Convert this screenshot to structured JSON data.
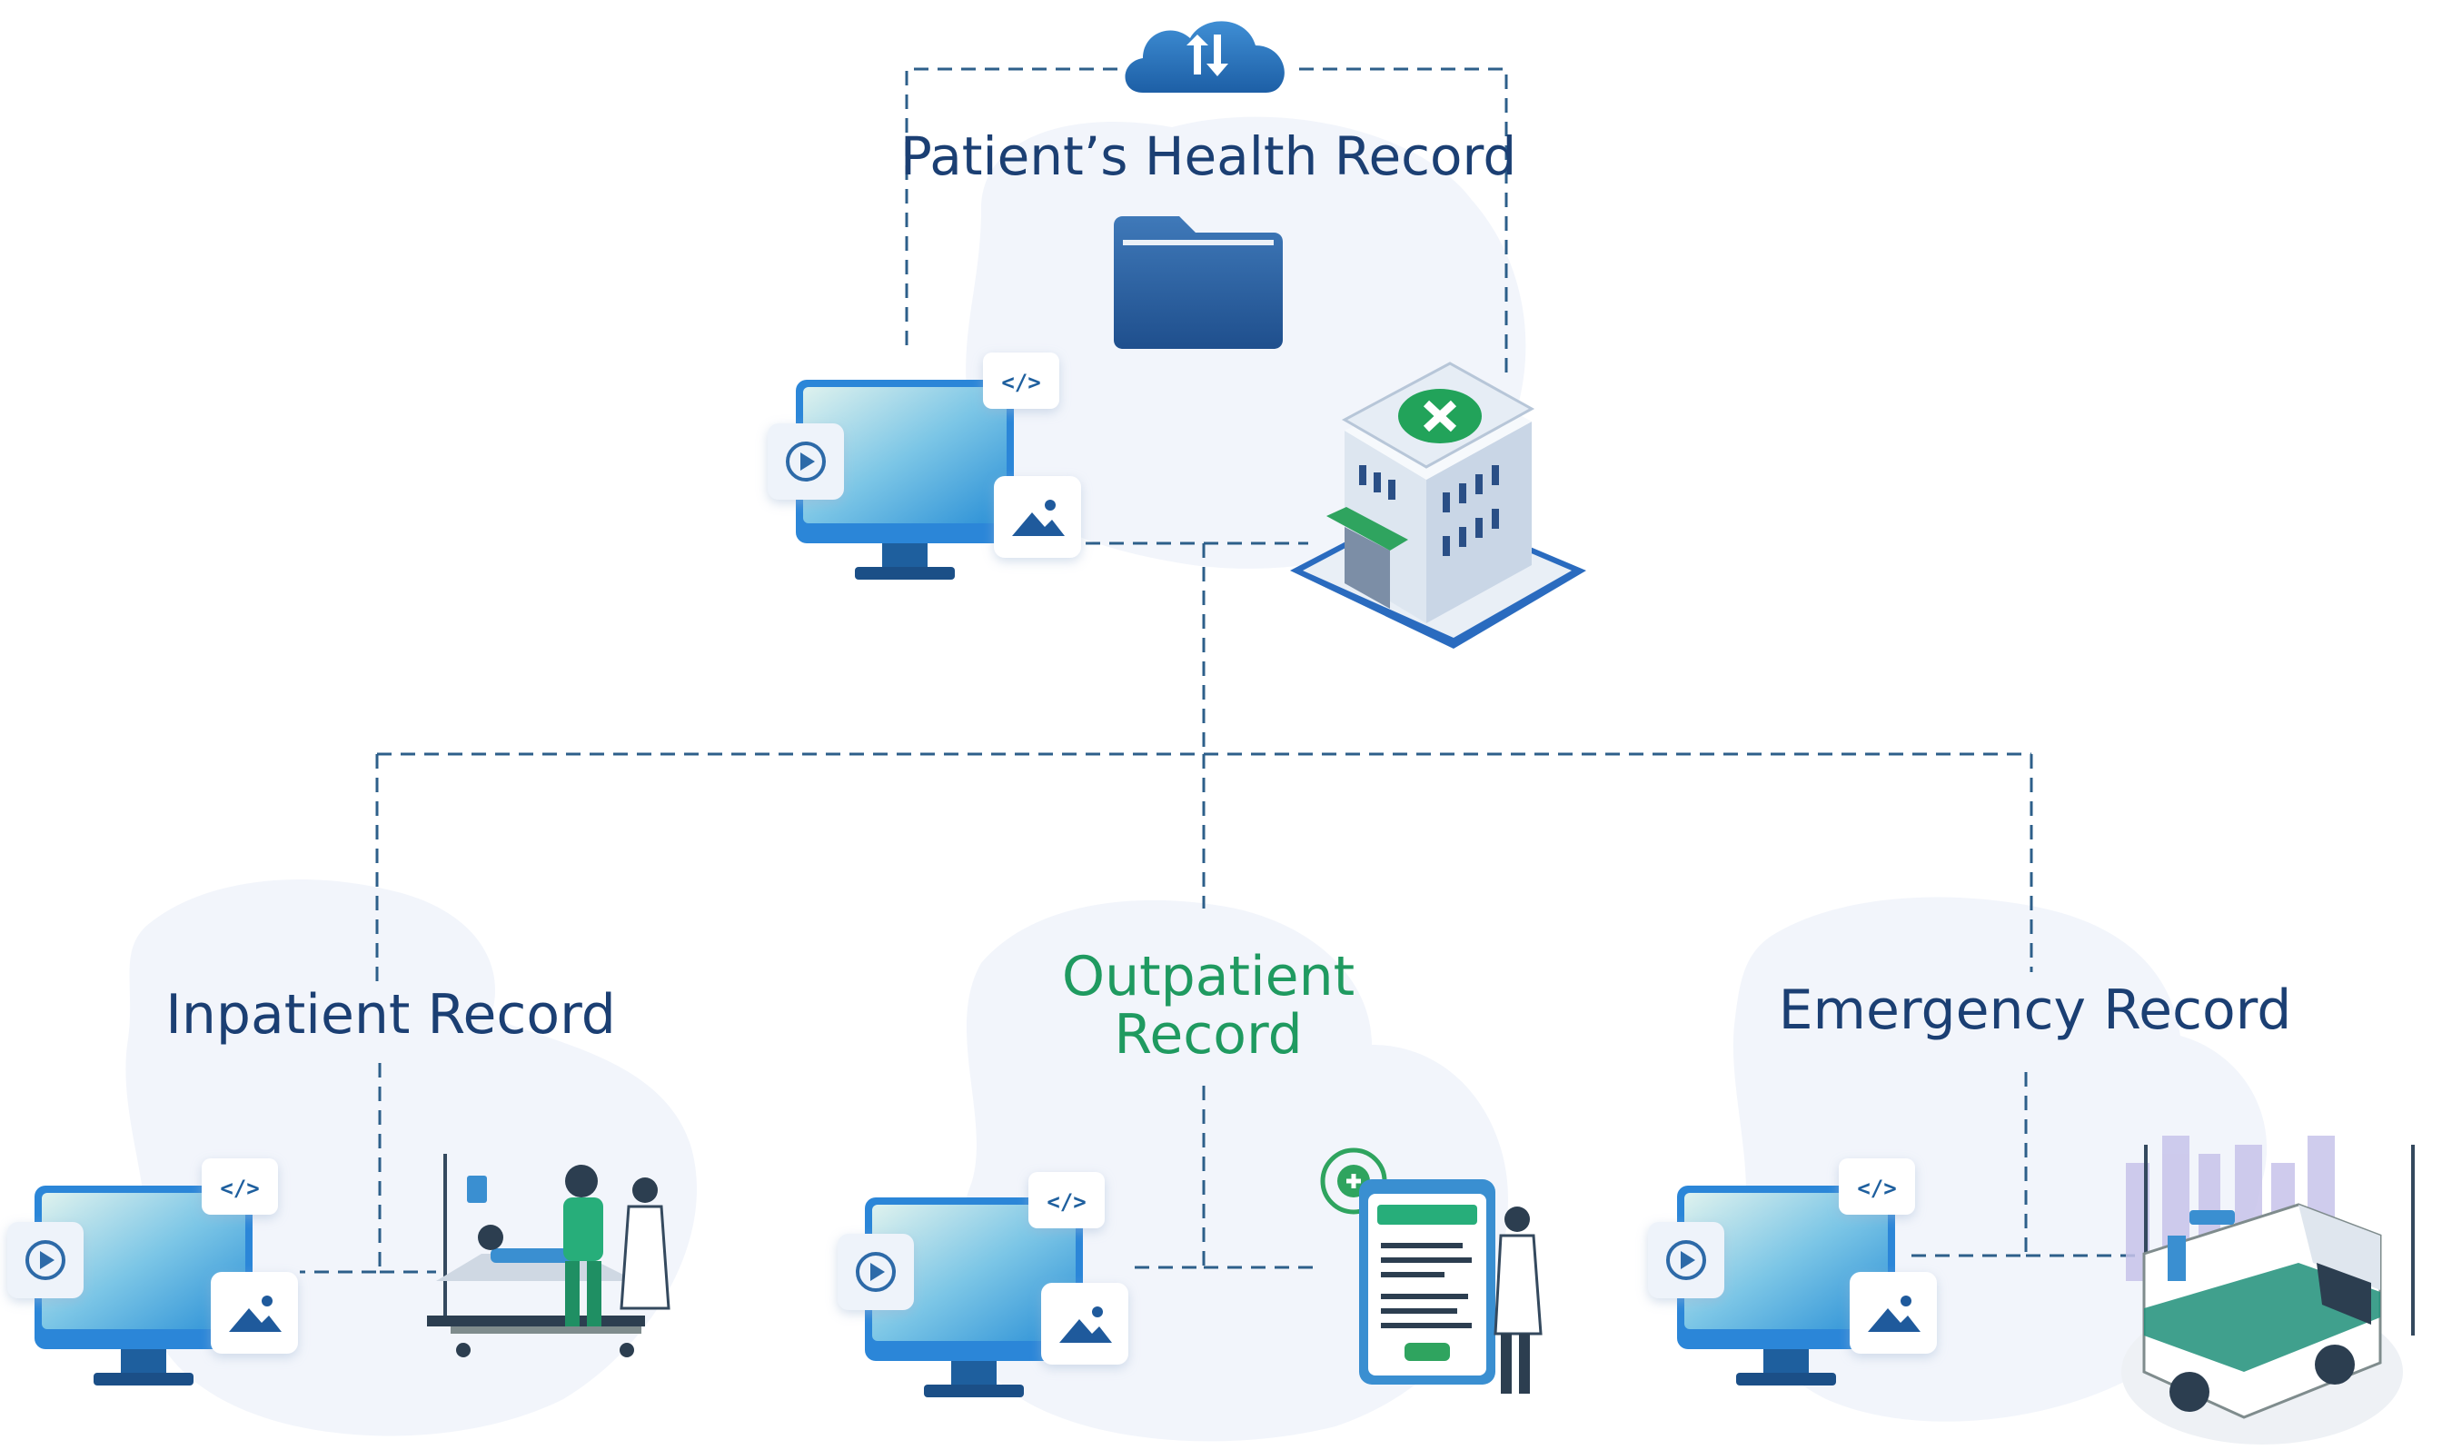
{
  "diagram": {
    "root": {
      "title": "Patient’s Health Record",
      "icons": [
        "cloud-sync-icon",
        "folder-icon",
        "monitor-icon",
        "code-icon",
        "play-icon",
        "image-icon",
        "hospital-icon"
      ]
    },
    "branches": [
      {
        "title": "Inpatient Record",
        "illustration": "hospital-bed-care-illustration",
        "color": "#1b3f73"
      },
      {
        "title": "Outpatient Record",
        "illustration": "medical-form-doctor-illustration",
        "color": "#1f9a60"
      },
      {
        "title": "Emergency Record",
        "illustration": "ambulance-illustration",
        "color": "#1b3f73"
      }
    ],
    "colors": {
      "primary_text": "#1b3f73",
      "accent_green": "#1f9a60",
      "connector": "#2d5f8a",
      "blob": "#f2f5fb"
    }
  }
}
